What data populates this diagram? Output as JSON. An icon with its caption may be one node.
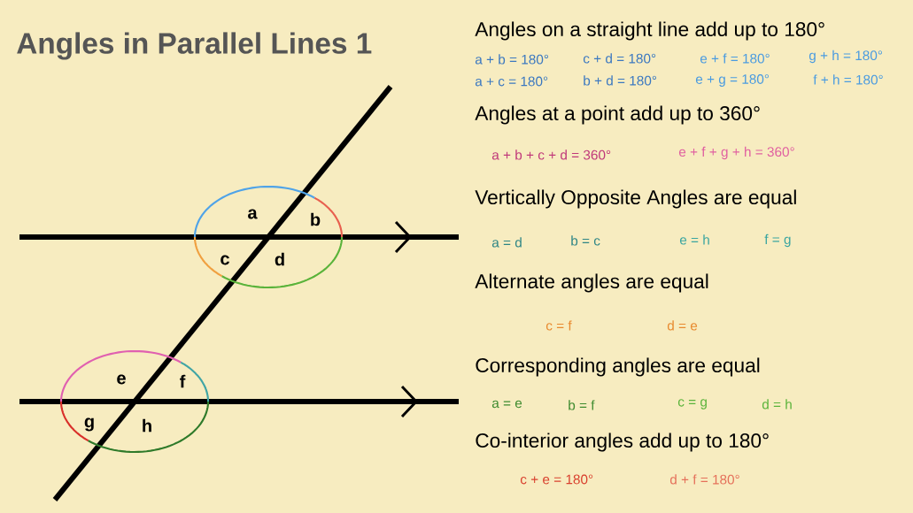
{
  "diagram": {
    "title": "Angles in Parallel Lines 1",
    "labels": [
      "a",
      "b",
      "c",
      "d",
      "e",
      "f",
      "g",
      "h",
      "Angles on a straight line add up to 180°",
      "a + b = 180°",
      "c + d = 180°",
      "e + f = 180°",
      "g + h = 180°",
      "a + c = 180°",
      "b + d = 180°",
      "e + g = 180°",
      "f + h = 180°",
      "Angles at a point add up to 360°",
      "a + b + c + d = 360°",
      "e + f + g + h = 360°",
      "Vertically Opposite Angles are equal",
      "a = d",
      "b = c",
      "e = h",
      "f = g",
      "Alternate angles are equal",
      "c = f",
      "d = e",
      "Corresponding angles are equal",
      "a = e",
      "b = f",
      "c = g",
      "d = h",
      "Co-interior angles add up to 180°",
      "c + e = 180°",
      "d + f = 180°"
    ]
  }
}
